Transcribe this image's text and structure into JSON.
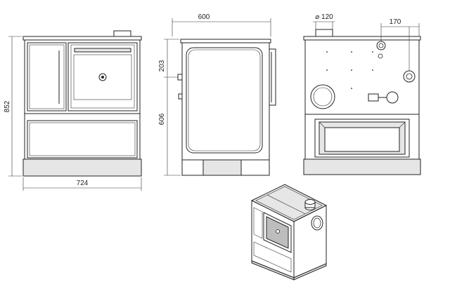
{
  "dimensions": {
    "overall_height": "852",
    "overall_width": "724",
    "depth": "600",
    "upper_height": "203",
    "lower_height": "606",
    "flue_diameter": "⌀ 120",
    "flue_offset": "170"
  }
}
